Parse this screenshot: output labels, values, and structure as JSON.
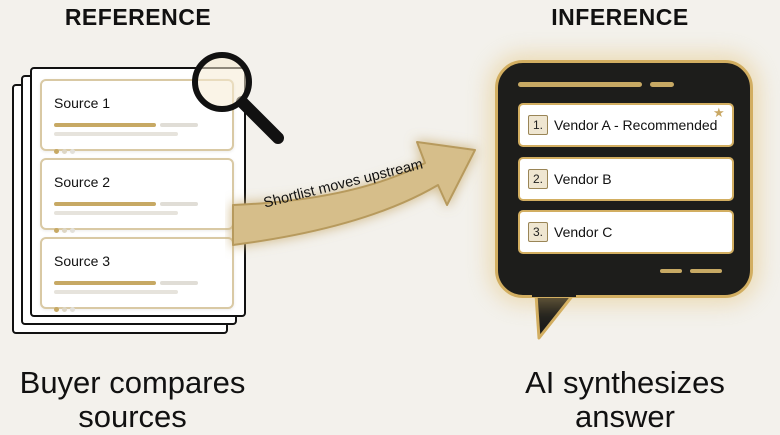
{
  "headings": {
    "left": "REFERENCE",
    "right": "INFERENCE"
  },
  "sources": [
    {
      "title": "Source 1"
    },
    {
      "title": "Source 2"
    },
    {
      "title": "Source 3"
    }
  ],
  "arrow": {
    "label": "Shortlist moves upstream"
  },
  "vendors": [
    {
      "number": "1.",
      "label": "Vendor A - Recommended"
    },
    {
      "number": "2.",
      "label": "Vendor B"
    },
    {
      "number": "3.",
      "label": "Vendor C"
    }
  ],
  "captions": {
    "left": "Buyer compares sources",
    "right": "AI synthesizes answer"
  },
  "colors": {
    "gold": "#c7a964",
    "bubble": "#1d1d1b",
    "background": "#f3f1ec"
  },
  "icons": [
    "magnifier-icon",
    "star-icon",
    "arrow-icon"
  ]
}
